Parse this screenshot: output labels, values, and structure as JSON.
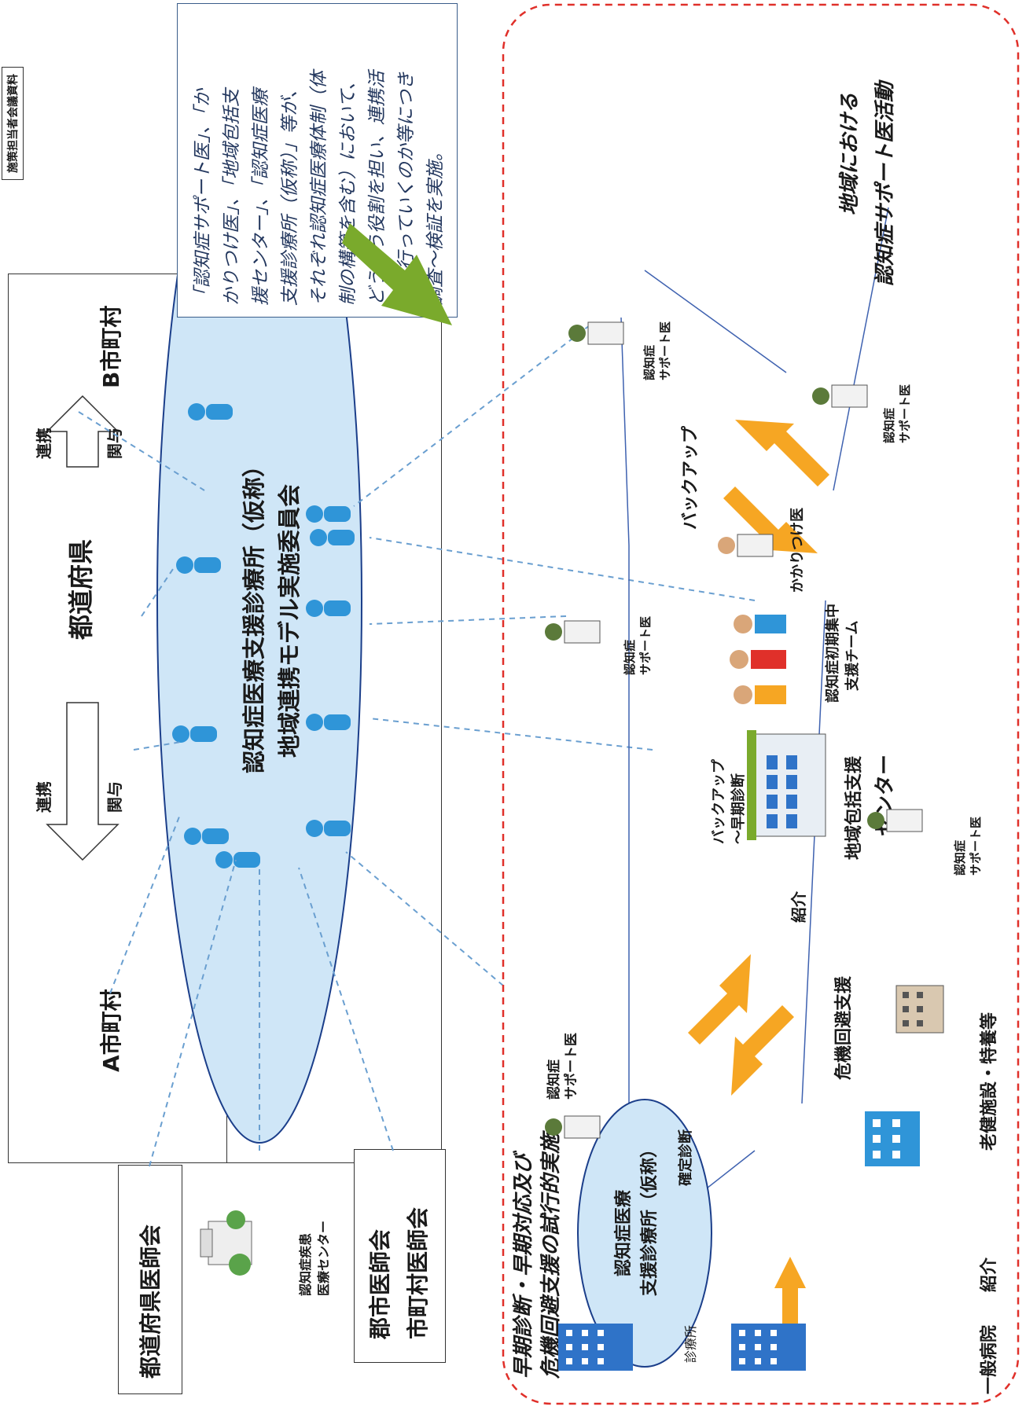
{
  "header_tag": "施策担当者会議資料",
  "top": {
    "a_municipality": "A市町村",
    "b_municipality": "B市町村",
    "prefecture": "都道府県",
    "left_arrow": {
      "top": "連携",
      "bottom": "関与"
    },
    "right_arrow": {
      "top": "連携",
      "bottom": "関与"
    },
    "ellipse_line1": "認知症医療支援診療所（仮称）",
    "ellipse_line2": "地域連携モデル実施委員会"
  },
  "left_side": {
    "pref_medical_assoc": "都道府県医師会",
    "dementia_center_line1": "認知症疾患",
    "dementia_center_line2": "医療センター",
    "city_medical_assoc_line1": "郡市医師会",
    "city_medical_assoc_line2": "市町村医師会"
  },
  "note_box_lines": [
    "「認知症サポート医」、「か",
    "かりつけ医」、「地域包括支",
    "援センター」、「認知症医療",
    "支援診療所（仮称）」等が、",
    "それぞれ認知症医療体制（体",
    "制の構築を含む）において、",
    "どういう役割を担い、連携活",
    "動を行っていくのか等につき",
    "調査～検証を実施。"
  ],
  "bottom": {
    "trial_line1": "早期診断・早期対応及び",
    "trial_line2": "危機回避支援の試行的実施",
    "clinic_line1": "認知症医療",
    "clinic_line2": "支援診療所（仮称）",
    "clinic_sub": "診療所",
    "confirm_diag": "確定診断",
    "general_hospital": "一般病院",
    "crisis_support": "危機回避支援",
    "referral_1": "紹介",
    "referral_2": "紹介",
    "elderly_facility": "老健施設・特養等",
    "backup_early": "バックアップ",
    "backup_early2": "～早期診断",
    "backup": "バックアップ",
    "center_line1": "地域包括支援",
    "center_line2": "センター",
    "team_line1": "認知症初期集中",
    "team_line2": "支援チーム",
    "gp": "かかりつけ医",
    "support_doc_l1": "認知症",
    "support_doc_l2": "サポート医",
    "community_title1": "地域における",
    "community_title2": "認知症サポート医活動"
  },
  "colors": {
    "ellipse_fill": "#cfe6f7",
    "person_icon": "#2f95d8",
    "red_dashed": "#e0302a",
    "orange_arrow": "#f6a623",
    "green_arrow": "#7aaa2c",
    "dashed_blue": "#6a9fd0"
  },
  "icons": [
    "person-icon",
    "doctor-icon",
    "building-icon",
    "hospital-icon",
    "facility-icon",
    "family-icon"
  ]
}
